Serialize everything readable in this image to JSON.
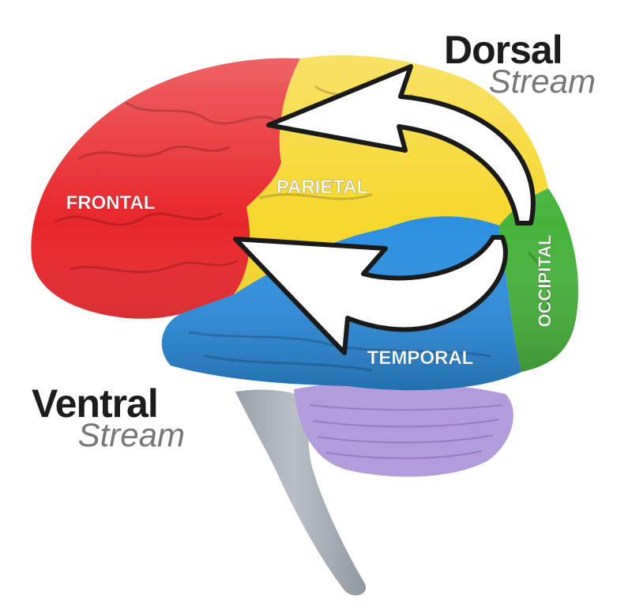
{
  "streams": {
    "dorsal": {
      "title": "Dorsal",
      "subtitle": "Stream"
    },
    "ventral": {
      "title": "Ventral",
      "subtitle": "Stream"
    }
  },
  "lobes": {
    "frontal": {
      "label": "FRONTAL",
      "color": "#e8262b"
    },
    "parietal": {
      "label": "PARIETAL",
      "color": "#f6d72c"
    },
    "temporal": {
      "label": "TEMPORAL",
      "color": "#2c8fe0"
    },
    "occipital": {
      "label": "OCCIPITAL",
      "color": "#45b33a"
    }
  },
  "structures": {
    "cerebellum": {
      "color": "#b39cdc"
    },
    "brainstem": {
      "color": "#a9afb8"
    }
  },
  "arrows": {
    "fill": "#ffffff",
    "stroke": "#1a1a1a"
  }
}
